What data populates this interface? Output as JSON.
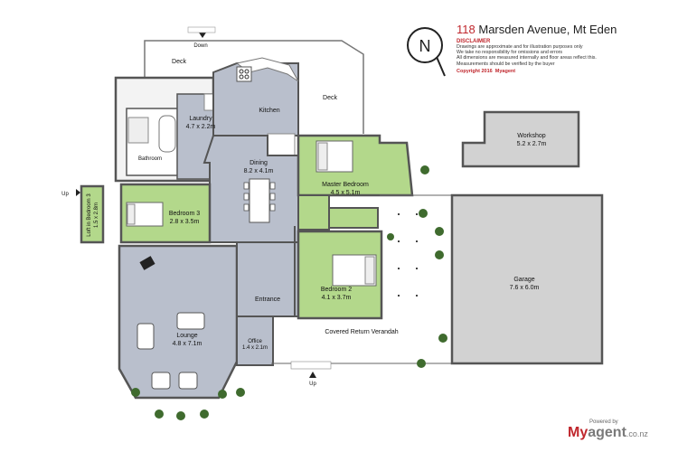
{
  "header": {
    "number": "118",
    "street": "Marsden Avenue, Mt Eden",
    "disclaimer_title": "DISCLAIMER",
    "disclaimer_lines": [
      "Drawings are approximate and for illustration purposes only",
      "We take no responsibility for omissions and errors",
      "All dimensions are measured internally and floor areas reflect this.",
      "Measurements should be verified by the buyer"
    ],
    "copyright": "Copyright 2016",
    "copyright_brand": "Myagent"
  },
  "compass": {
    "letter": "N"
  },
  "rooms": {
    "lounge": {
      "name": "Lounge",
      "size": "4.8 x 7.1m"
    },
    "dining": {
      "name": "Dining",
      "size": "8.2 x 4.1m"
    },
    "kitchen": {
      "name": "Kitchen"
    },
    "laundry": {
      "name": "Laundry",
      "size": "4.7 x 2.2m"
    },
    "bathroom": {
      "name": "Bathroom"
    },
    "bedroom3": {
      "name": "Bedroom 3",
      "size": "2.8 x 3.5m"
    },
    "loft": {
      "name": "Loft in Bedroom 3",
      "size": "1.5 x 2.8m"
    },
    "master": {
      "name": "Master Bedroom",
      "size": "4.5 x 5.1m"
    },
    "bedroom2": {
      "name": "Bedroom 2",
      "size": "4.1 x 3.7m"
    },
    "entrance": {
      "name": "Entrance"
    },
    "office": {
      "name": "Office",
      "size": "1.4 x 2.1m"
    },
    "verandah": {
      "name": "Covered Return Verandah"
    },
    "garage": {
      "name": "Garage",
      "size": "7.6 x 6.0m"
    },
    "workshop": {
      "name": "Workshop",
      "size": "5.2 x 2.7m"
    },
    "deck_left": {
      "name": "Deck"
    },
    "deck_right": {
      "name": "Deck"
    }
  },
  "arrows": {
    "down": "Down",
    "up_left": "Up",
    "up_bottom": "Up"
  },
  "brand": {
    "powered": "Powered by",
    "logo_my": "My",
    "logo_agent": "agent",
    "logo_tld": ".co.nz"
  },
  "colors": {
    "grey_room": "#b9bfcc",
    "green_room": "#b3d88b",
    "accent": "#c0272d",
    "wall": "#555555",
    "outbuilding": "#d2d2d2"
  }
}
